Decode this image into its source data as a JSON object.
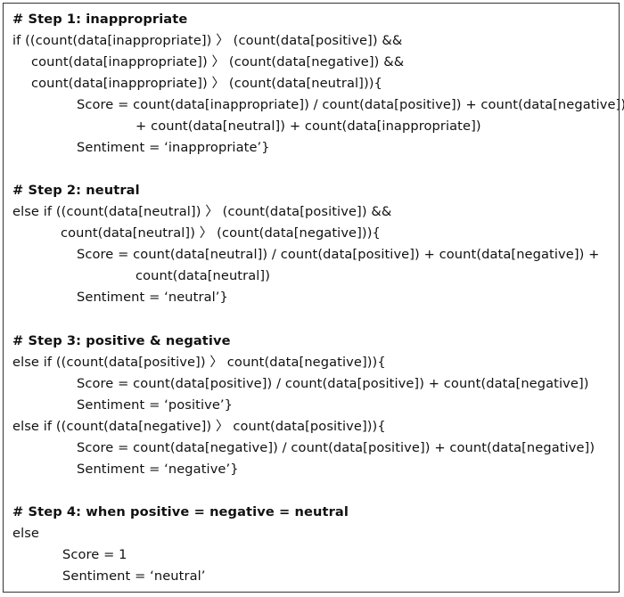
{
  "document": {
    "step1": {
      "header": "# Step 1: inappropriate",
      "lines": [
        "if ((count(data[inappropriate]) 〉 (count(data[positive]) &&",
        "count(data[inappropriate]) 〉 (count(data[negative]) &&",
        "count(data[inappropriate]) 〉 (count(data[neutral])){",
        "Score = count(data[inappropriate]) / count(data[positive]) + count(data[negative])",
        "+ count(data[neutral]) + count(data[inappropriate])",
        "Sentiment = ‘inappropriate’}"
      ]
    },
    "step2": {
      "header": "# Step 2: neutral",
      "lines": [
        "else if ((count(data[neutral]) 〉 (count(data[positive]) &&",
        "count(data[neutral]) 〉 (count(data[negative])){",
        "Score = count(data[neutral]) / count(data[positive]) + count(data[negative]) +",
        "count(data[neutral])",
        "Sentiment = ‘neutral’}"
      ]
    },
    "step3": {
      "header": "# Step 3: positive & negative",
      "lines": [
        "else if ((count(data[positive]) 〉 count(data[negative])){",
        "Score = count(data[positive]) / count(data[positive]) + count(data[negative])",
        "Sentiment = ‘positive’}",
        "else if ((count(data[negative]) 〉 count(data[positive])){",
        "Score = count(data[negative]) / count(data[positive]) + count(data[negative])",
        "Sentiment = ‘negative’}"
      ]
    },
    "step4": {
      "header": "# Step 4: when positive = negative = neutral",
      "lines": [
        "else",
        "Score = 1",
        "Sentiment = ‘neutral’"
      ]
    }
  }
}
